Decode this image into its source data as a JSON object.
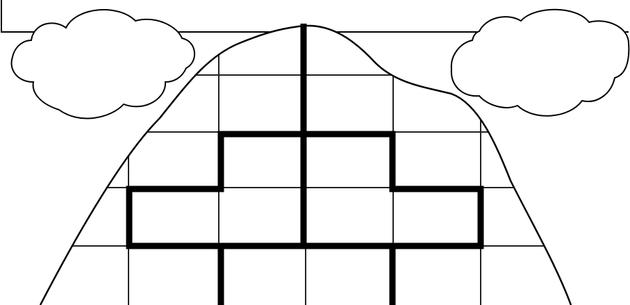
{
  "scene": {
    "colors": {
      "background": "#ffffff",
      "ink": "#000000",
      "thin_line": "#222222"
    },
    "elements": [
      {
        "name": "horizon-line",
        "icon": "line"
      },
      {
        "name": "cloud-left",
        "icon": "cloud-icon"
      },
      {
        "name": "cloud-right",
        "icon": "cloud-icon"
      },
      {
        "name": "mountain",
        "icon": "mountain-outline"
      },
      {
        "name": "grid",
        "icon": "square-grid"
      },
      {
        "name": "bold-shape",
        "icon": "thick-outline"
      }
    ]
  }
}
